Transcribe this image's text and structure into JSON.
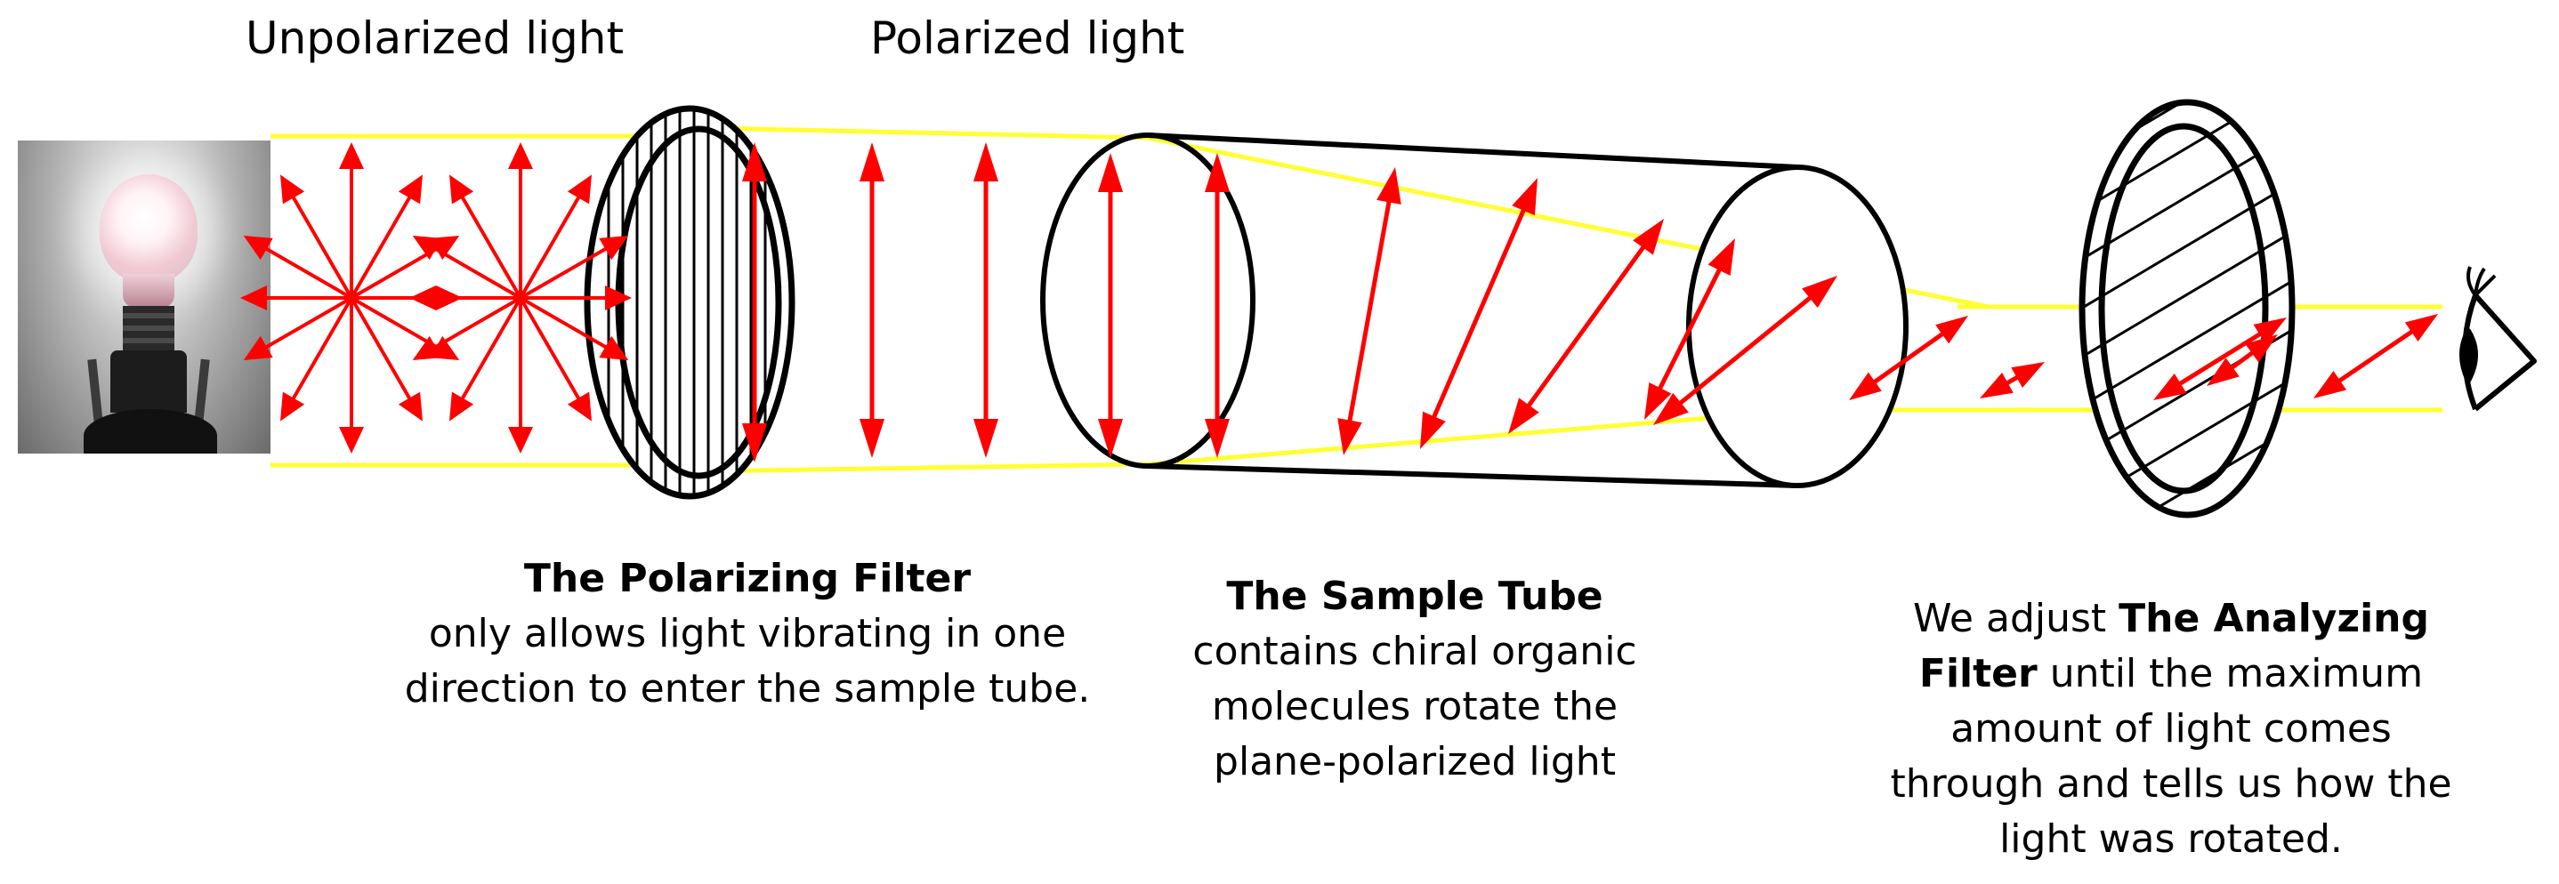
{
  "headings": {
    "unpolarized": "Unpolarized light",
    "polarized": "Polarized light"
  },
  "captions": {
    "polarizing_filter": {
      "title": "The Polarizing Filter",
      "line1": "only allows light vibrating in one",
      "line2": "direction to enter the sample tube."
    },
    "sample_tube": {
      "title": "The Sample Tube",
      "line1": "contains chiral organic",
      "line2": "molecules rotate the",
      "line3": "plane-polarized light"
    },
    "analyzing_filter": {
      "line1_pre": "We adjust ",
      "line1_bold": "The Analyzing",
      "line2_bold": "Filter",
      "line2_post": " until the maximum",
      "line3": "amount of light comes",
      "line4": "through and tells us how the",
      "line5": "light was rotated."
    }
  },
  "colors": {
    "beam": "#ffff33",
    "arrow": "#ff0000",
    "outline": "#000000"
  },
  "icons": {
    "light_source": "light-bulb-icon",
    "observer": "eye-icon"
  }
}
